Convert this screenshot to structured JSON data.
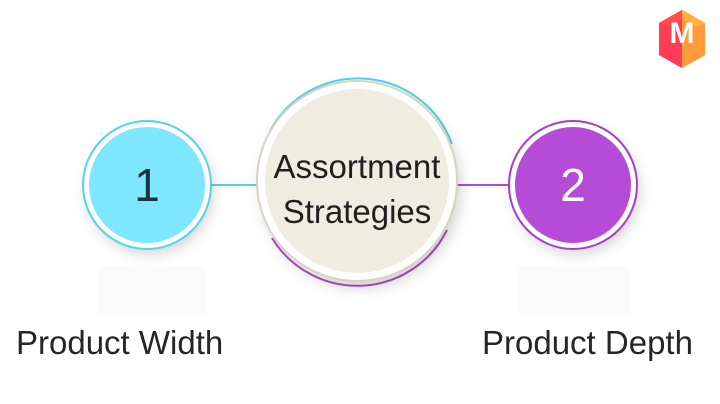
{
  "diagram": {
    "nodes": [
      {
        "text": "1",
        "color": "#7ee7ff"
      },
      {
        "text": "Assortment Strategies",
        "color": "#efede0"
      },
      {
        "text": "2",
        "color": "#b64bd8"
      }
    ],
    "labels": {
      "left": "Product Width",
      "right": "Product Depth"
    },
    "connectors": {
      "left_color": "#4fd2ee",
      "right_color": "#b24ad4"
    }
  },
  "logo": {
    "text": "M",
    "colors": {
      "left": "#ff3d57",
      "middle": "#ff6a3d",
      "right": "#ffb13b"
    }
  }
}
